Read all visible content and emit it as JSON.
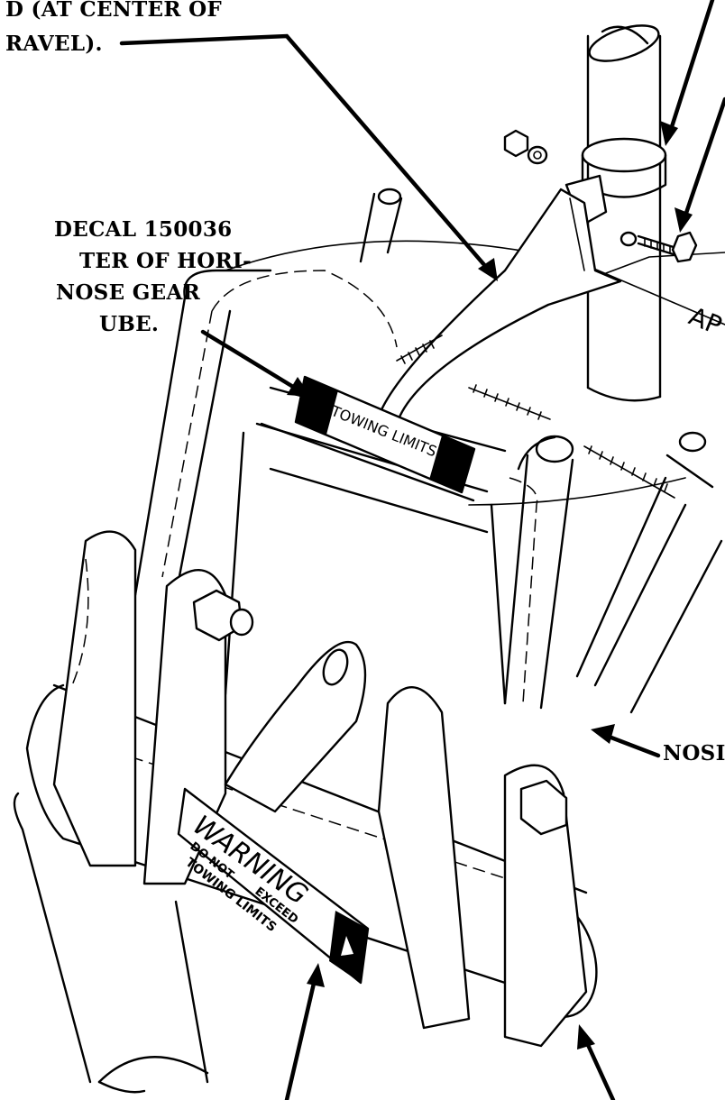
{
  "callouts": {
    "top_left_line1": "D (AT CENTER OF",
    "top_left_line2": "RAVEL).",
    "mid_left_line1": "DECAL 150036",
    "mid_left_line2": "TER OF HORI-",
    "mid_left_line3": "NOSE GEAR",
    "mid_left_line4": "UBE.",
    "right_partial": "AP",
    "nose_partial": "NOSI"
  },
  "decals": {
    "upper_tube": "TOWING LIMITS",
    "warning_title": "WARNING",
    "warning_line1_a": "DO NOT",
    "warning_line1_b": "EXCEED",
    "warning_line2": "TOWING LIMITS"
  },
  "colors": {
    "ink": "#000000",
    "paper": "#ffffff"
  }
}
